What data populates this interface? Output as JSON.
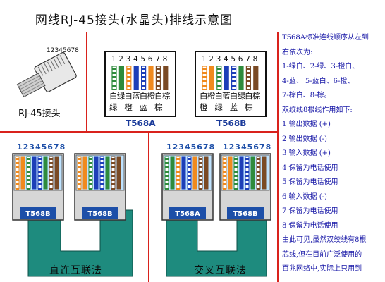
{
  "title": "网线RJ-45接头(水晶头)排线示意图",
  "plug": {
    "pin_numbers": "12345678",
    "label": "RJ-45接头"
  },
  "diagram_a": {
    "numbers": [
      "1",
      "2",
      "3",
      "4",
      "5",
      "6",
      "7",
      "8"
    ],
    "row1": [
      "白",
      "绿",
      "白",
      "蓝",
      "白",
      "橙",
      "白",
      "棕"
    ],
    "row2": [
      "绿",
      "",
      "橙",
      "",
      "蓝",
      "",
      "棕",
      ""
    ],
    "label": "T568A",
    "wire_colors": [
      "#2e8b3c",
      "#2e8b3c",
      "#f08a1e",
      "#1d3fb8",
      "#1d3fb8",
      "#f08a1e",
      "#7a4a24",
      "#7a4a24"
    ],
    "wire_striped": [
      true,
      false,
      true,
      false,
      true,
      false,
      true,
      false
    ]
  },
  "diagram_b": {
    "numbers": [
      "1",
      "2",
      "3",
      "4",
      "5",
      "6",
      "7",
      "8"
    ],
    "row1": [
      "白",
      "橙",
      "白",
      "蓝",
      "白",
      "绿",
      "白",
      "棕"
    ],
    "row2": [
      "橙",
      "",
      "绿",
      "",
      "蓝",
      "",
      "棕",
      ""
    ],
    "label": "T568B",
    "wire_colors": [
      "#f08a1e",
      "#f08a1e",
      "#2e8b3c",
      "#1d3fb8",
      "#1d3fb8",
      "#2e8b3c",
      "#7a4a24",
      "#7a4a24"
    ],
    "wire_striped": [
      true,
      false,
      true,
      false,
      true,
      false,
      true,
      false
    ]
  },
  "straight": {
    "left_numbers": "12345678",
    "left_badge": "T568B",
    "right_badge": "T568B",
    "label": "直连互联法"
  },
  "crossover": {
    "left_numbers": "12345678",
    "right_numbers": "12345678",
    "left_badge": "T568A",
    "right_badge": "T568B",
    "label": "交叉互联法"
  },
  "notes": [
    "T568A标准连线顺序从左到",
    "右依次为:",
    "1-绿白、2-绿、3-橙白、",
    "4-蓝、  5-蓝白、6-橙、",
    "7-棕白、8-棕。",
    "双绞线8根线作用如下:",
    "1 输出数据 (+)",
    "2 输出数据 (-)",
    "3 输入数据 (+)",
    "4 保留为电话使用",
    "5 保留为电话使用",
    "6 输入数据 (-)",
    "7 保留为电话使用",
    "8 保留为电话使用",
    "由此可见,虽然双绞线有8根",
    "芯线,但在目前广泛使用的",
    "百兆网络中,实际上只用到"
  ],
  "colors": {
    "accent_red": "#d9221c",
    "teal": "#1e8b7e",
    "badge_blue": "#1d4fa8",
    "note_text": "#1a1aa8"
  }
}
